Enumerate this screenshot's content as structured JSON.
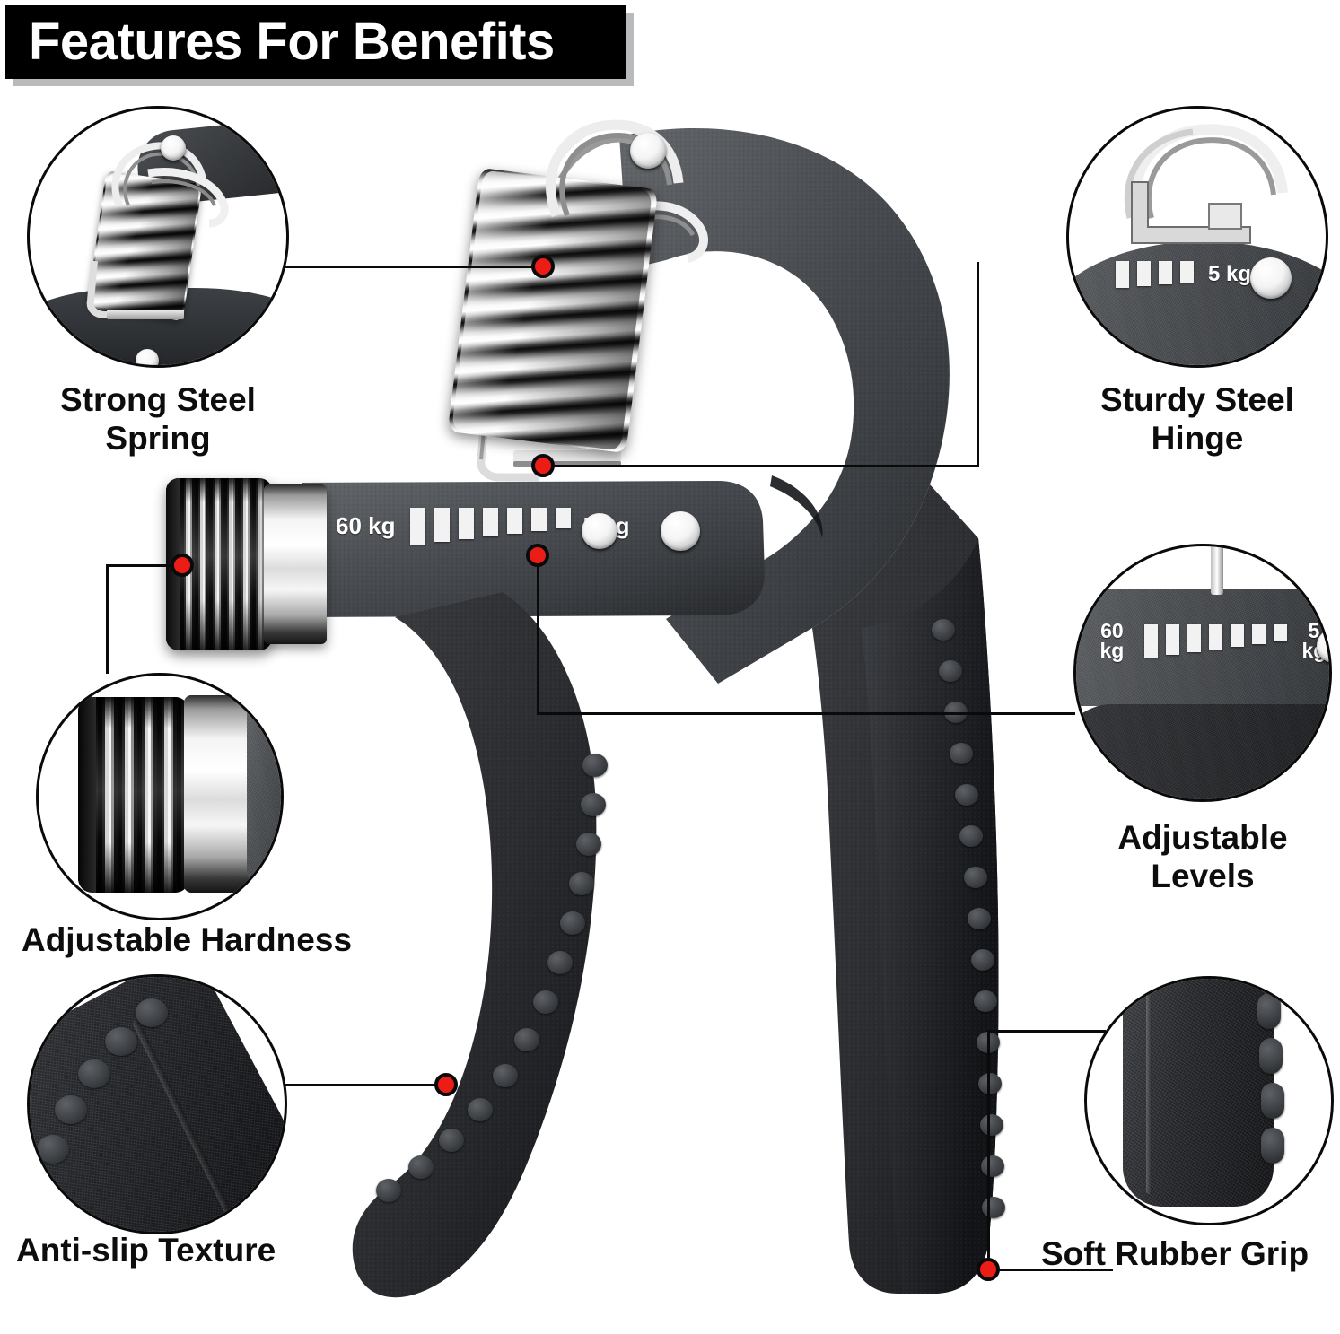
{
  "header": {
    "title": "Features For Benefits"
  },
  "product": {
    "name": "adjustable-hand-grip-strengthener",
    "scale": {
      "max_label": "60\nkg",
      "max_value": "60 kg",
      "min_label": "5\nkg",
      "min_value": "5 kg",
      "tick_count": 7
    }
  },
  "callouts": [
    {
      "id": "strong-steel-spring",
      "label": "Strong Steel\nSpring",
      "zoom_subject": "coil-spring"
    },
    {
      "id": "sturdy-steel-hinge",
      "label": "Sturdy Steel\nHinge",
      "zoom_subject": "steel-hinge"
    },
    {
      "id": "adjustable-hardness",
      "label": "Adjustable Hardness",
      "zoom_subject": "knurled-knob"
    },
    {
      "id": "adjustable-levels",
      "label": "Adjustable\nLevels",
      "zoom_subject": "kg-scale"
    },
    {
      "id": "anti-slip-texture",
      "label": "Anti-slip Texture",
      "zoom_subject": "textured-bumps"
    },
    {
      "id": "soft-rubber-grip",
      "label": "Soft Rubber Grip",
      "zoom_subject": "rubber-grip-end"
    }
  ],
  "colors": {
    "accent_marker": "#ec1c16",
    "banner_bg": "#000000",
    "banner_text": "#ffffff",
    "label_text": "#0d0d0d",
    "line": "#0a0a0a",
    "background": "#ffffff"
  }
}
